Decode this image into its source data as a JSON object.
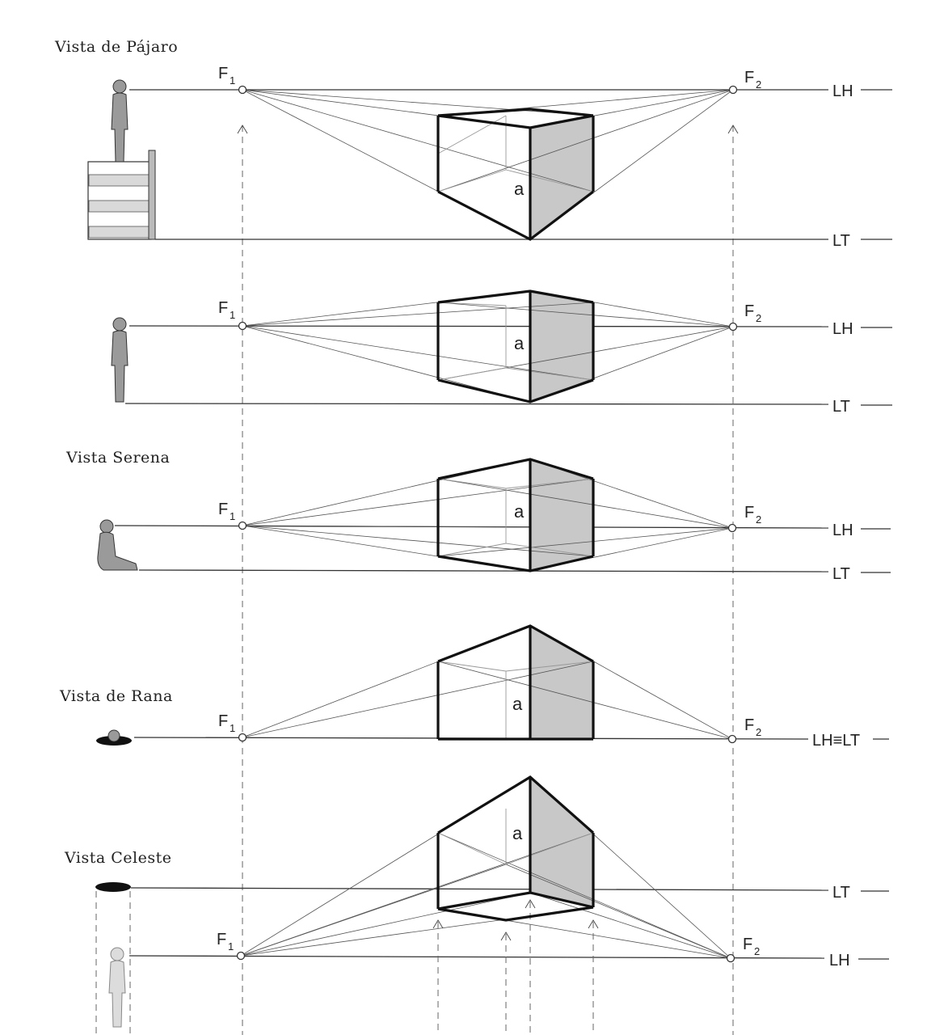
{
  "titles": {
    "pajaro": "Vista de Pájaro",
    "serena": "Vista Serena",
    "rana": "Vista de Rana",
    "celeste": "Vista Celeste"
  },
  "labels": {
    "f": "F",
    "sub1": "1",
    "sub2": "2",
    "lh": "LH",
    "lt": "LT",
    "lh_lt": "LH≡LT",
    "a": "a"
  },
  "colors": {
    "shade": "#c8c8c8",
    "line": "#333333"
  }
}
